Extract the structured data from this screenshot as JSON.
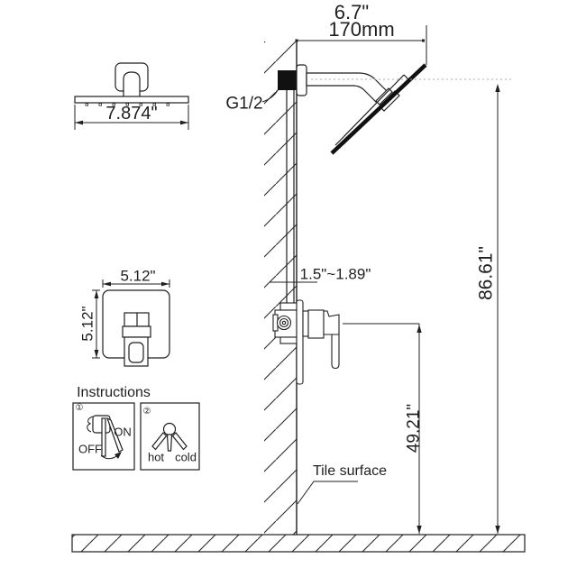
{
  "drawing": {
    "labels": {
      "arm_length_in": "6.7\"",
      "arm_length_mm": "170mm",
      "thread": "G1/2",
      "head_width": "7.874\"",
      "valve_width": "5.12\"",
      "valve_height": "5.12\"",
      "valve_depth": "1.5\"~1.89\"",
      "total_height": "86.61\"",
      "valve_mount_height": "49.21\"",
      "tile_surface": "Tile surface"
    },
    "instructions": {
      "title": "Instructions",
      "step1_num": "①",
      "on_label": "ON",
      "off_label": "OFF",
      "step2_num": "②",
      "hot_label": "hot",
      "cold_label": "cold"
    },
    "colors": {
      "line": "#1f1f1f",
      "background": "#ffffff",
      "centerline_dotted": "#a8a8a8",
      "connector_fill": "#111111"
    }
  }
}
